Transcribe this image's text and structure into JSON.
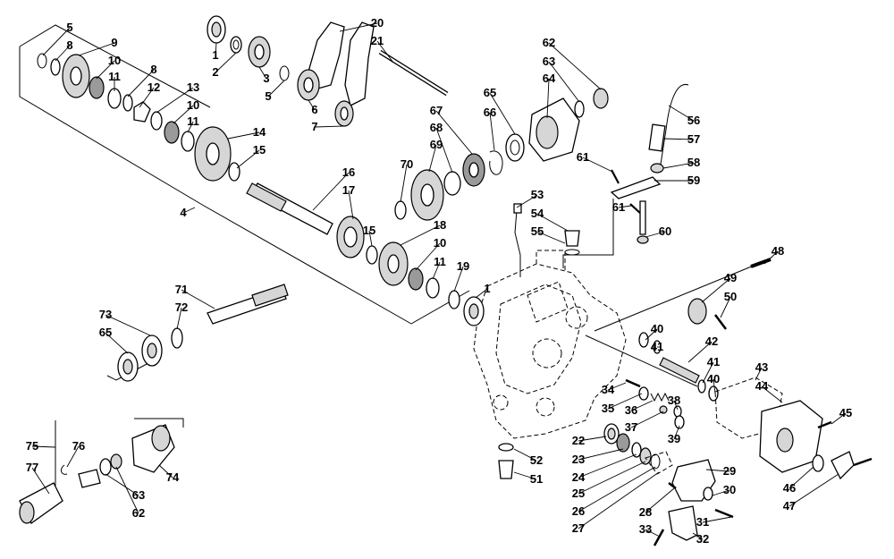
{
  "callouts": [
    {
      "label": "1"
    },
    {
      "label": "2"
    },
    {
      "label": "3"
    },
    {
      "label": "5"
    },
    {
      "label": "6"
    },
    {
      "label": "7"
    },
    {
      "label": "20"
    },
    {
      "label": "21"
    },
    {
      "label": "5"
    },
    {
      "label": "8"
    },
    {
      "label": "9"
    },
    {
      "label": "10"
    },
    {
      "label": "11"
    },
    {
      "label": "8"
    },
    {
      "label": "12"
    },
    {
      "label": "13"
    },
    {
      "label": "10"
    },
    {
      "label": "11"
    },
    {
      "label": "14"
    },
    {
      "label": "15"
    },
    {
      "label": "4"
    },
    {
      "label": "16"
    },
    {
      "label": "17"
    },
    {
      "label": "70"
    },
    {
      "label": "69"
    },
    {
      "label": "68"
    },
    {
      "label": "67"
    },
    {
      "label": "66"
    },
    {
      "label": "65"
    },
    {
      "label": "64"
    },
    {
      "label": "63"
    },
    {
      "label": "62"
    },
    {
      "label": "15"
    },
    {
      "label": "18"
    },
    {
      "label": "10"
    },
    {
      "label": "11"
    },
    {
      "label": "19"
    },
    {
      "label": "1"
    },
    {
      "label": "56"
    },
    {
      "label": "57"
    },
    {
      "label": "58"
    },
    {
      "label": "59"
    },
    {
      "label": "61"
    },
    {
      "label": "61"
    },
    {
      "label": "60"
    },
    {
      "label": "53"
    },
    {
      "label": "54"
    },
    {
      "label": "55"
    },
    {
      "label": "48"
    },
    {
      "label": "49"
    },
    {
      "label": "50"
    },
    {
      "label": "71"
    },
    {
      "label": "72"
    },
    {
      "label": "73"
    },
    {
      "label": "65"
    },
    {
      "label": "40"
    },
    {
      "label": "41"
    },
    {
      "label": "42"
    },
    {
      "label": "41"
    },
    {
      "label": "40"
    },
    {
      "label": "43"
    },
    {
      "label": "44"
    },
    {
      "label": "34"
    },
    {
      "label": "35"
    },
    {
      "label": "36"
    },
    {
      "label": "37"
    },
    {
      "label": "38"
    },
    {
      "label": "39"
    },
    {
      "label": "45"
    },
    {
      "label": "22"
    },
    {
      "label": "23"
    },
    {
      "label": "24"
    },
    {
      "label": "25"
    },
    {
      "label": "26"
    },
    {
      "label": "27"
    },
    {
      "label": "52"
    },
    {
      "label": "51"
    },
    {
      "label": "29"
    },
    {
      "label": "30"
    },
    {
      "label": "28"
    },
    {
      "label": "31"
    },
    {
      "label": "33"
    },
    {
      "label": "32"
    },
    {
      "label": "46"
    },
    {
      "label": "47"
    },
    {
      "label": "75"
    },
    {
      "label": "76"
    },
    {
      "label": "77"
    },
    {
      "label": "74"
    },
    {
      "label": "63"
    },
    {
      "label": "62"
    }
  ]
}
